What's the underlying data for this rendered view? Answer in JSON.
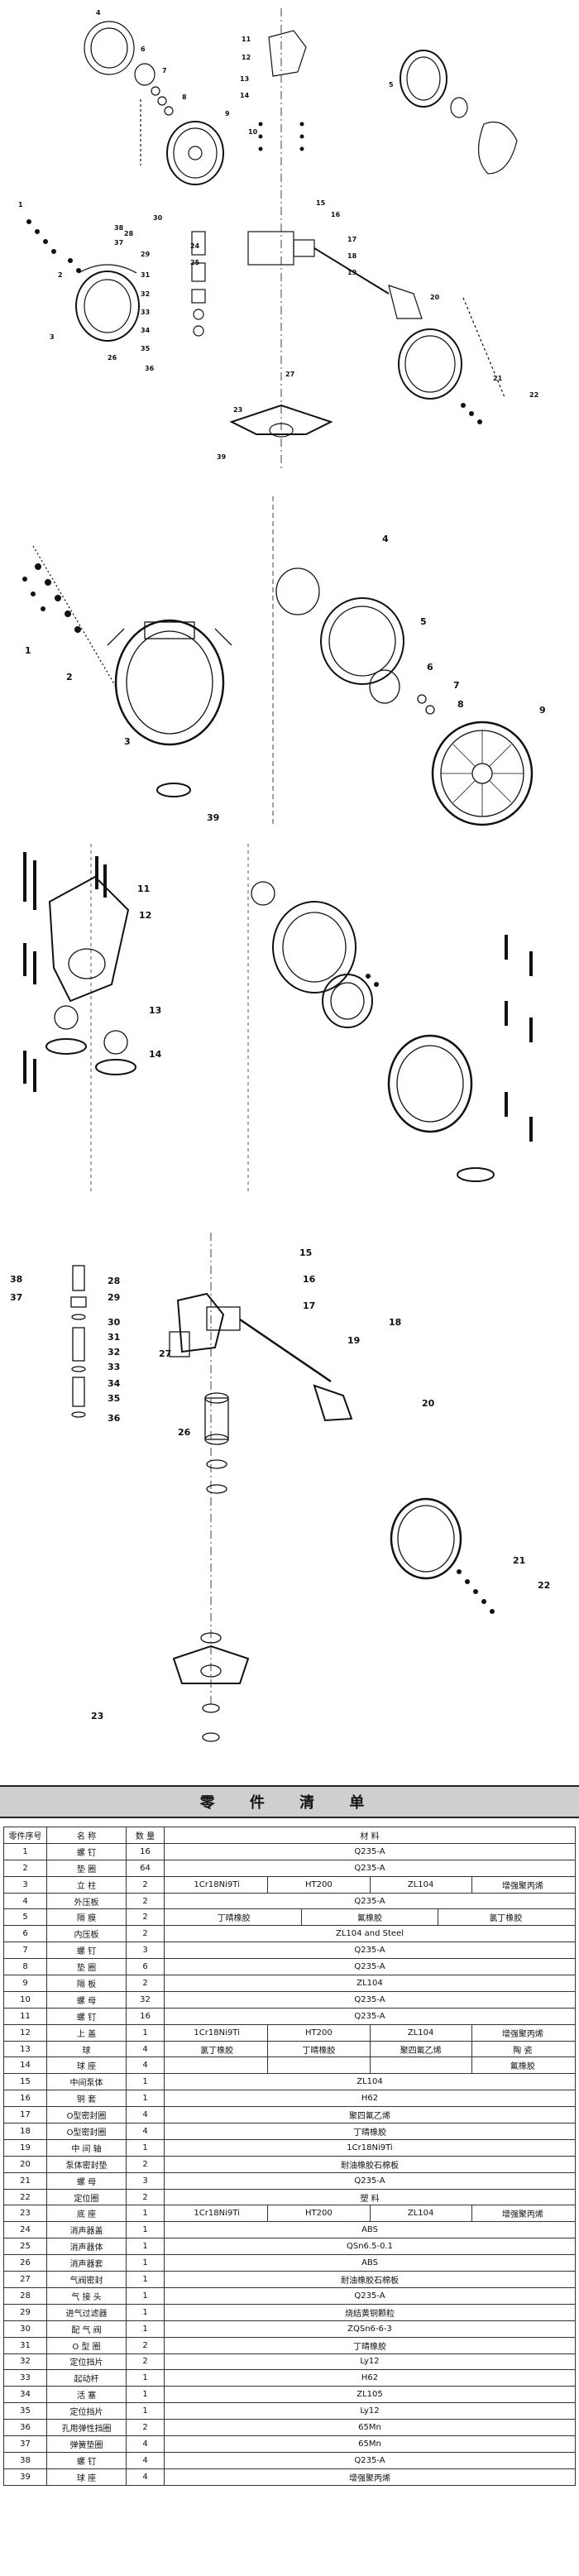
{
  "drawing_labels": {
    "sheet1": [
      "1",
      "2",
      "3",
      "4",
      "5",
      "6",
      "7",
      "8",
      "9",
      "10",
      "11",
      "12",
      "13",
      "14",
      "15",
      "16",
      "17",
      "18",
      "19",
      "20",
      "21",
      "22",
      "23",
      "24",
      "25",
      "26",
      "27",
      "28",
      "29",
      "30",
      "31",
      "32",
      "33",
      "34",
      "35",
      "36",
      "37",
      "38",
      "39"
    ],
    "sheet2": [
      "1",
      "2",
      "3",
      "4",
      "5",
      "6",
      "7",
      "8",
      "9",
      "39"
    ],
    "sheet3": [
      "11",
      "12",
      "13",
      "14"
    ],
    "sheet4": [
      "15",
      "16",
      "17",
      "18",
      "19",
      "20",
      "21",
      "22",
      "23",
      "26",
      "27",
      "28",
      "29",
      "30",
      "31",
      "32",
      "33",
      "34",
      "35",
      "36",
      "37",
      "38"
    ]
  },
  "parts_list": {
    "title": "零 件 清 单",
    "headers": {
      "no": "零件序号",
      "name": "名 称",
      "qty": "数 量",
      "material": "材 料"
    },
    "rows": [
      {
        "no": "1",
        "name": "螺 钉",
        "qty": "16",
        "material": [
          "Q235-A"
        ]
      },
      {
        "no": "2",
        "name": "垫 圈",
        "qty": "64",
        "material": [
          "Q235-A"
        ]
      },
      {
        "no": "3",
        "name": "立 柱",
        "qty": "2",
        "material": [
          "1Cr18Ni9Ti",
          "HT200",
          "ZL104",
          "增强聚丙烯"
        ]
      },
      {
        "no": "4",
        "name": "外压板",
        "qty": "2",
        "material": [
          "Q235-A"
        ]
      },
      {
        "no": "5",
        "name": "隔 膜",
        "qty": "2",
        "material": [
          "丁晴橡胶",
          "氟橡胶",
          "氯丁橡胶"
        ]
      },
      {
        "no": "6",
        "name": "内压板",
        "qty": "2",
        "material": [
          "ZL104 and Steel"
        ]
      },
      {
        "no": "7",
        "name": "螺 钉",
        "qty": "3",
        "material": [
          "Q235-A"
        ]
      },
      {
        "no": "8",
        "name": "垫 圈",
        "qty": "6",
        "material": [
          "Q235-A"
        ]
      },
      {
        "no": "9",
        "name": "隔 板",
        "qty": "2",
        "material": [
          "ZL104"
        ]
      },
      {
        "no": "10",
        "name": "螺 母",
        "qty": "32",
        "material": [
          "Q235-A"
        ]
      },
      {
        "no": "11",
        "name": "螺 钉",
        "qty": "16",
        "material": [
          "Q235-A"
        ]
      },
      {
        "no": "12",
        "name": "上 盖",
        "qty": "1",
        "material": [
          "1Cr18Ni9Ti",
          "HT200",
          "ZL104",
          "增强聚丙烯"
        ]
      },
      {
        "no": "13",
        "name": "球",
        "qty": "4",
        "material": [
          "氯丁橡胶",
          "丁晴橡胶",
          "聚四氟乙烯",
          "陶 瓷"
        ]
      },
      {
        "no": "14",
        "name": "球 座",
        "qty": "4",
        "material": [
          "",
          "",
          "",
          "氟橡胶"
        ]
      },
      {
        "no": "15",
        "name": "中间泵体",
        "qty": "1",
        "material": [
          "ZL104"
        ]
      },
      {
        "no": "16",
        "name": "铜 套",
        "qty": "1",
        "material": [
          "H62"
        ]
      },
      {
        "no": "17",
        "name": "O型密封圈",
        "qty": "4",
        "material": [
          "聚四氟乙烯"
        ]
      },
      {
        "no": "18",
        "name": "O型密封圈",
        "qty": "4",
        "material": [
          "丁晴橡胶"
        ]
      },
      {
        "no": "19",
        "name": "中 间 轴",
        "qty": "1",
        "material": [
          "1Cr18Ni9Ti"
        ]
      },
      {
        "no": "20",
        "name": "泵体密封垫",
        "qty": "2",
        "material": [
          "耐油橡胶石棉板"
        ]
      },
      {
        "no": "21",
        "name": "螺 母",
        "qty": "3",
        "material": [
          "Q235-A"
        ]
      },
      {
        "no": "22",
        "name": "定位圈",
        "qty": "2",
        "material": [
          "塑 料"
        ]
      },
      {
        "no": "23",
        "name": "底 座",
        "qty": "1",
        "material": [
          "1Cr18Ni9Ti",
          "HT200",
          "ZL104",
          "增强聚丙烯"
        ]
      },
      {
        "no": "24",
        "name": "消声器盖",
        "qty": "1",
        "material": [
          "ABS"
        ]
      },
      {
        "no": "25",
        "name": "消声器体",
        "qty": "1",
        "material": [
          "QSn6.5-0.1"
        ]
      },
      {
        "no": "26",
        "name": "消声器套",
        "qty": "1",
        "material": [
          "ABS"
        ]
      },
      {
        "no": "27",
        "name": "气阀密封",
        "qty": "1",
        "material": [
          "耐油橡胶石棉板"
        ]
      },
      {
        "no": "28",
        "name": "气 接 头",
        "qty": "1",
        "material": [
          "Q235-A"
        ]
      },
      {
        "no": "29",
        "name": "进气过滤器",
        "qty": "1",
        "material": [
          "烧结黄铜颗粒"
        ]
      },
      {
        "no": "30",
        "name": "配 气 阀",
        "qty": "1",
        "material": [
          "ZQSn6-6-3"
        ]
      },
      {
        "no": "31",
        "name": "O 型 圈",
        "qty": "2",
        "material": [
          "丁晴橡胶"
        ]
      },
      {
        "no": "32",
        "name": "定位挡片",
        "qty": "2",
        "material": [
          "Ly12"
        ]
      },
      {
        "no": "33",
        "name": "起动杆",
        "qty": "1",
        "material": [
          "H62"
        ]
      },
      {
        "no": "34",
        "name": "活 塞",
        "qty": "1",
        "material": [
          "ZL105"
        ]
      },
      {
        "no": "35",
        "name": "定位挡片",
        "qty": "1",
        "material": [
          "Ly12"
        ]
      },
      {
        "no": "36",
        "name": "孔用弹性挡圈",
        "qty": "2",
        "material": [
          "65Mn"
        ]
      },
      {
        "no": "37",
        "name": "弹簧垫圈",
        "qty": "4",
        "material": [
          "65Mn"
        ]
      },
      {
        "no": "38",
        "name": "螺 钉",
        "qty": "4",
        "material": [
          "Q235-A"
        ]
      },
      {
        "no": "39",
        "name": "球 座",
        "qty": "4",
        "material": [
          "增强聚丙烯"
        ]
      }
    ]
  }
}
